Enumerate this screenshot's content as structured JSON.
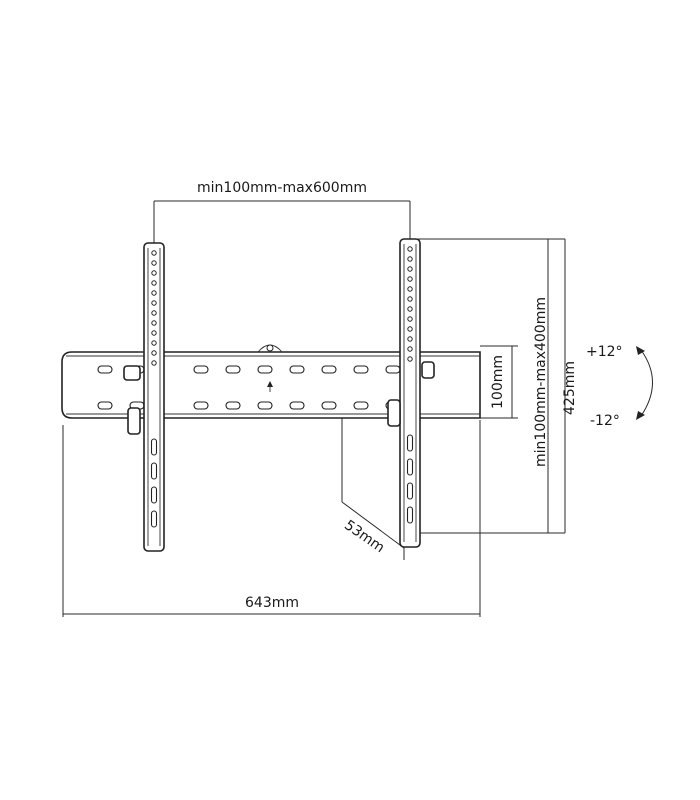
{
  "labels": {
    "vesa_width": "min100mm-max600mm",
    "vesa_height": "min100mm-max400mm",
    "total_height": "425mm",
    "rail_spacing": "100mm",
    "depth": "53mm",
    "total_width": "643mm",
    "tilt_up": "+12°",
    "tilt_down": "-12°"
  },
  "colors": {
    "line": "#2a2a2a",
    "background": "#ffffff"
  }
}
